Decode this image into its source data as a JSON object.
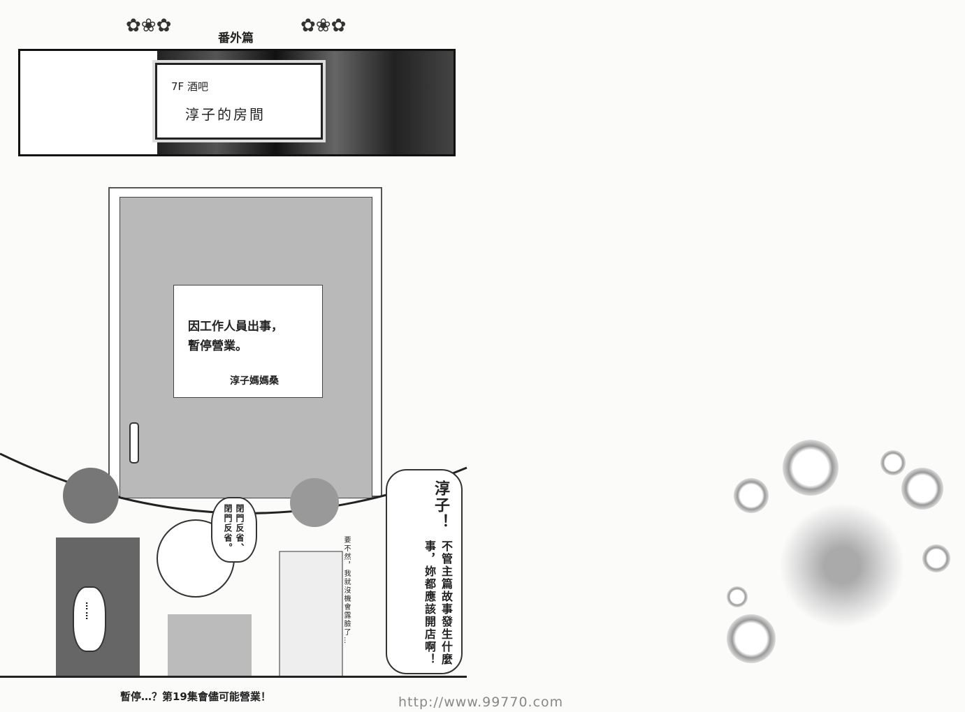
{
  "header": {
    "title": "番外篇"
  },
  "sign": {
    "floor": "7F  酒吧",
    "name": "淳子的房間"
  },
  "notice": {
    "line1": "因工作人員出事，",
    "line2": "暫停營業。",
    "signature": "淳子媽媽桑"
  },
  "bubbles": {
    "left": "閉門反省、閉門反省。",
    "right_title": "淳子！",
    "right_body": "不管主篇故事發生什麼事，妳都應該開店啊！",
    "small": "要不然，我就沒機會露臉了…",
    "apron": "……"
  },
  "caption": "暫停…？第19集會儘可能營業！",
  "watermark": "http://www.99770.com"
}
